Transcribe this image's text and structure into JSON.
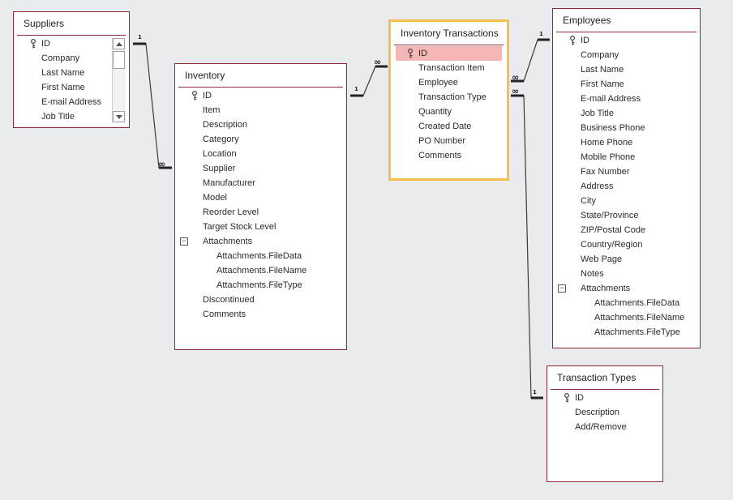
{
  "tables": {
    "suppliers": {
      "title": "Suppliers",
      "fields": [
        "ID",
        "Company",
        "Last Name",
        "First Name",
        "E-mail Address",
        "Job Title"
      ]
    },
    "inventory": {
      "title": "Inventory",
      "fields": [
        "ID",
        "Item",
        "Description",
        "Category",
        "Location",
        "Supplier",
        "Manufacturer",
        "Model",
        "Reorder Level",
        "Target Stock Level",
        "Attachments",
        "Attachments.FileData",
        "Attachments.FileName",
        "Attachments.FileType",
        "Discontinued",
        "Comments"
      ]
    },
    "inventory_transactions": {
      "title": "Inventory Transactions",
      "fields": [
        "ID",
        "Transaction Item",
        "Employee",
        "Transaction Type",
        "Quantity",
        "Created Date",
        "PO Number",
        "Comments"
      ]
    },
    "employees": {
      "title": "Employees",
      "fields": [
        "ID",
        "Company",
        "Last Name",
        "First Name",
        "E-mail Address",
        "Job Title",
        "Business Phone",
        "Home Phone",
        "Mobile Phone",
        "Fax Number",
        "Address",
        "City",
        "State/Province",
        "ZIP/Postal Code",
        "Country/Region",
        "Web Page",
        "Notes",
        "Attachments",
        "Attachments.FileData",
        "Attachments.FileName",
        "Attachments.FileType"
      ]
    },
    "transaction_types": {
      "title": "Transaction Types",
      "fields": [
        "ID",
        "Description",
        "Add/Remove"
      ]
    }
  },
  "relationships": {
    "one": "1",
    "many": "∞"
  },
  "colors": {
    "border": "#8b2a34",
    "selected_border": "#f6c04d",
    "selected_field": "#f7b6b6",
    "background": "#e9ebef",
    "line": "#3a3a3a"
  },
  "icons": {
    "primary_key": "key-icon",
    "expand": "collapse-minus-icon"
  }
}
